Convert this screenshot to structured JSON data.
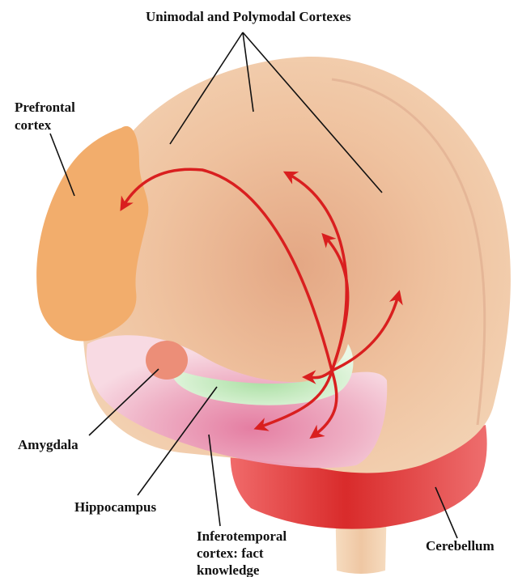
{
  "labels": {
    "title": "Unimodal and Polymodal Cortexes",
    "prefrontal_line1": "Prefrontal",
    "prefrontal_line2": "cortex",
    "amygdala": "Amygdala",
    "hippocampus": "Hippocampus",
    "inferotemporal_line1": "Inferotemporal",
    "inferotemporal_line2": "cortex: fact",
    "inferotemporal_line3": "knowledge",
    "cerebellum": "Cerebellum"
  },
  "colors": {
    "brain": "#f1c9a6",
    "prefrontal": "#f2ad6c",
    "temporal": "#eda6c0",
    "hippocampus": "#c8ecc5",
    "amygdala": "#ec8e78",
    "cerebellum": "#e23b3b",
    "brainstem": "#f3cfac",
    "arrows": "#d91f1f",
    "leader_lines": "#111111"
  }
}
